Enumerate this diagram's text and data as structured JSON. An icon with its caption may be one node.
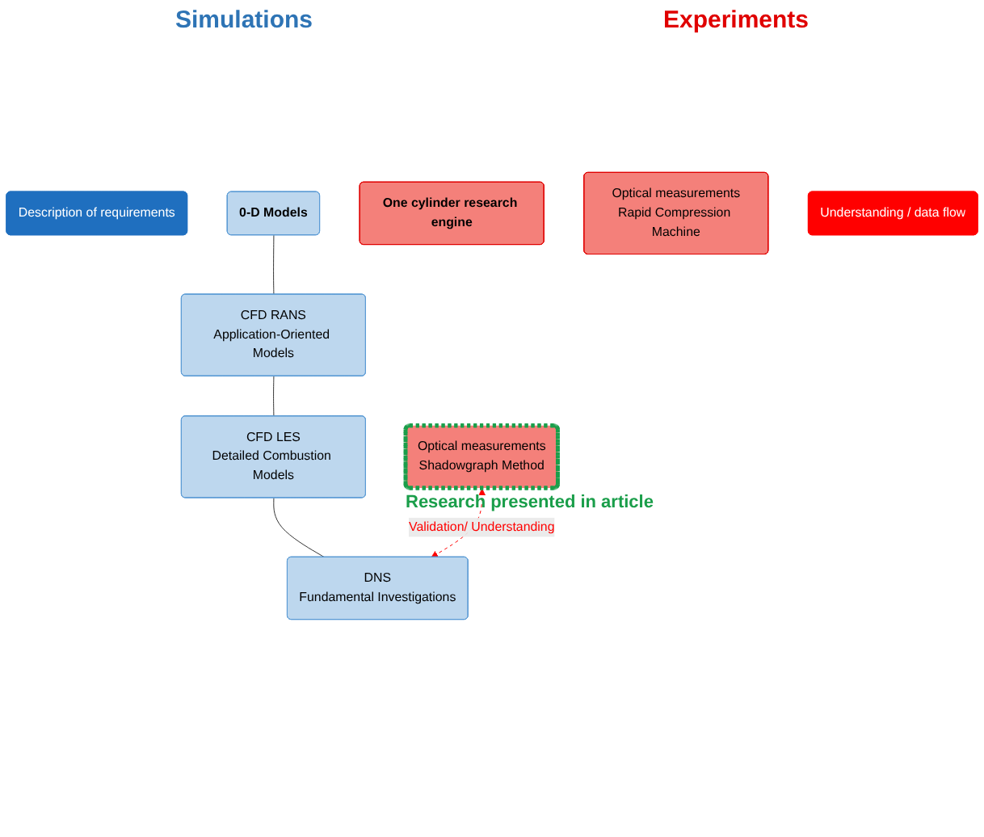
{
  "diagram": {
    "nodes": [
      {
        "text": [
          "Description of requirements"
        ]
      },
      {
        "text": [
          "0-D Models"
        ]
      },
      {
        "text": [
          "CFD RANS",
          "Application-Oriented Models"
        ]
      },
      {
        "text": [
          "CFD LES",
          "Detailed Combustion Models"
        ]
      },
      {
        "text": [
          "DNS",
          "Fundamental Investigations"
        ]
      },
      {
        "text": [
          "One cylinder research engine"
        ]
      },
      {
        "text": [
          "Optical measurements",
          "Rapid Compression Machine"
        ]
      },
      {
        "text": [
          "Optical measurements",
          "Shadowgraph Method"
        ],
        "beside": [
          "Research presented in article"
        ]
      },
      {
        "text": [
          "Understanding / data flow"
        ]
      }
    ],
    "edges": [
      {
        "from": 1,
        "to": 2,
        "arrow": "none"
      },
      {
        "from": 2,
        "to": 3,
        "arrow": "none"
      },
      {
        "from": 3,
        "to": 4,
        "arrow": "none"
      },
      {
        "from": 7,
        "to": 4,
        "arrow": "both",
        "label": "Validation/ Understanding",
        "style": "dashed",
        "color": "#ff0000"
      }
    ],
    "labels": [
      "Simulations",
      "Experiments"
    ]
  }
}
